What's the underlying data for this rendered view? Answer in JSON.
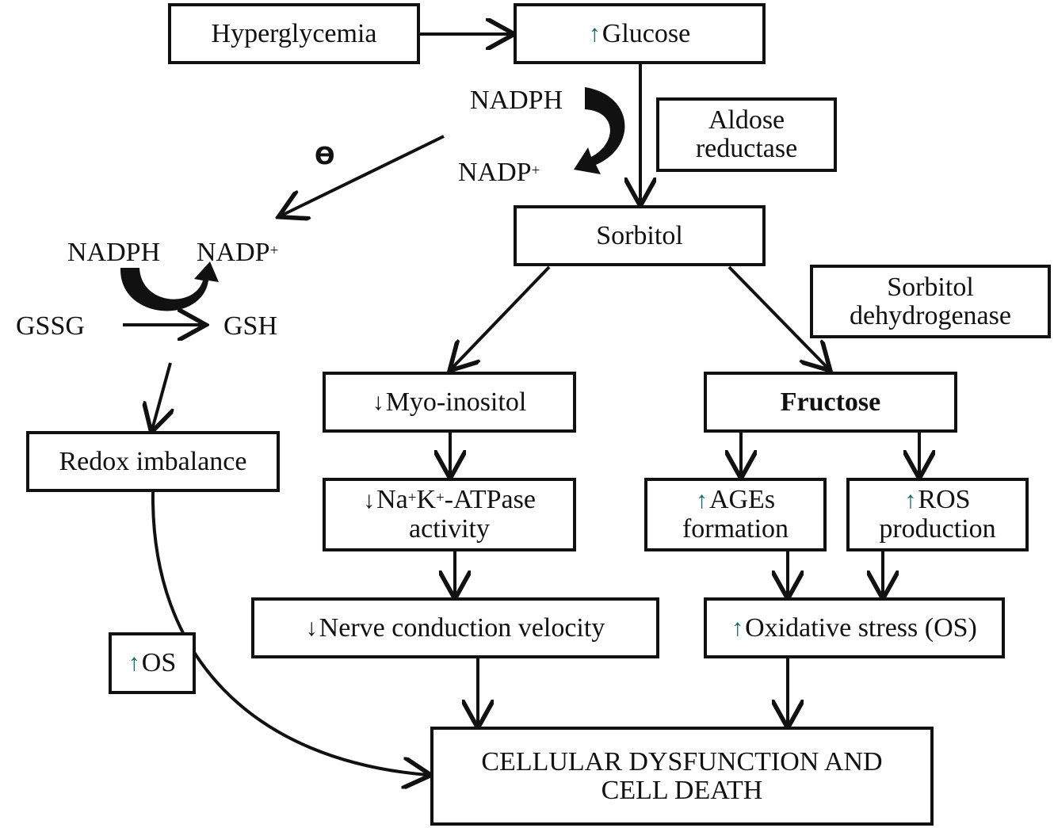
{
  "nodes": {
    "hyperglycemia": "Hyperglycemia",
    "glucose": {
      "arrow": "↑",
      "text": "Glucose"
    },
    "aldose_reductase": {
      "line1": "Aldose",
      "line2": "reductase"
    },
    "sorbitol": "Sorbitol",
    "sorbitol_dehydrogenase": {
      "line1": "Sorbitol",
      "line2": "dehydrogenase"
    },
    "myo_inositol": {
      "arrow": "↓",
      "text": "Myo-inositol"
    },
    "fructose": "Fructose",
    "na_k_atpase": {
      "arrow": "↓",
      "na": "Na",
      "plus1": "+",
      "k": "K",
      "plus2": "+",
      "rest": "-ATPase",
      "line2": "activity"
    },
    "ages": {
      "arrow": "↑",
      "line1": "AGEs",
      "line2": "formation"
    },
    "ros": {
      "arrow": "↑",
      "line1": "ROS",
      "line2": "production"
    },
    "nerve_conduction": {
      "arrow": "↓",
      "text": "Nerve conduction velocity"
    },
    "oxidative_stress": {
      "arrow": "↑",
      "text": "Oxidative stress (OS)"
    },
    "redox_imbalance": "Redox imbalance",
    "os_small": {
      "arrow": "↑",
      "text": "OS"
    },
    "cell_death": {
      "line1": "CELLULAR DYSFUNCTION AND",
      "line2": "CELL DEATH"
    }
  },
  "labels": {
    "nadph_top": "NADPH",
    "nadp_top": "NADP",
    "nadp_top_sup": "+",
    "inhibit_symbol": "ϴ",
    "nadph_left": "NADPH",
    "nadp_left": "NADP",
    "nadp_left_sup": "+",
    "gssg": "GSSG",
    "gsh": "GSH"
  },
  "colors": {
    "ink": "#111111",
    "up_arrow": "#0a6a70",
    "background": "#ffffff"
  }
}
